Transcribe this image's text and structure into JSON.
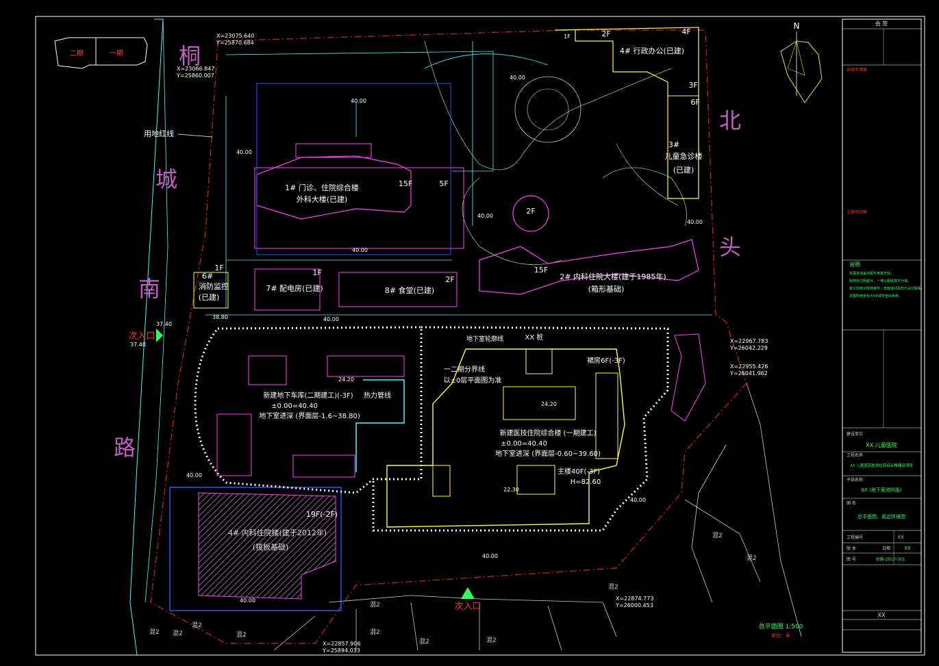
{
  "colors": {
    "background": "#000000",
    "frame": "#ffffff",
    "red_line": "#e02020",
    "new_building": "#ffff40",
    "existing_building": "#ff40ff",
    "road": "#40ffff",
    "underground": "#ffffff",
    "green_label": "#30ff60",
    "magenta_label": "#c060c0",
    "blue_outline": "#3050ff",
    "hatch": "#8a6a8a"
  },
  "street_names": {
    "west": [
      "桐",
      "城",
      "南",
      "路"
    ],
    "east": [
      "北",
      "头"
    ]
  },
  "phase_legend": {
    "phase2": "二期",
    "phase1": "一期"
  },
  "coordinates": [
    {
      "id": "c1",
      "x": "X=23075.640",
      "y": "Y=25870.684"
    },
    {
      "id": "c2",
      "x": "X=23066.847",
      "y": "Y=25860.007"
    },
    {
      "id": "c3",
      "x": "X=22967.783",
      "y": "Y=26042.229"
    },
    {
      "id": "c4",
      "x": "X=22955.426",
      "y": "Y=26041.962"
    },
    {
      "id": "c5",
      "x": "X=22874.773",
      "y": "Y=26000.453"
    },
    {
      "id": "c6",
      "x": "X=22857.906",
      "y": "Y=25894.033"
    }
  ],
  "buildings": {
    "b1": {
      "line1": "1# 门诊、住院综合楼",
      "line2": "外科大楼(已建)",
      "floors_a": "15F",
      "floors_b": "5F"
    },
    "b2": {
      "line1": "2# 内科住院大楼(建于1985年)",
      "line2": "(箱形基础)",
      "floors": "15F",
      "tower": "2F"
    },
    "b3": {
      "line1": "3#",
      "line2": "儿童急诊楼",
      "line3": "(已建)",
      "floors_a": "3F",
      "floors_b": "6F"
    },
    "b4": {
      "line1": "4# 内科住院楼(建于2012年)",
      "line2": "(筏板基础)",
      "floors": "19F(-2F)"
    },
    "b4_admin": {
      "label": "4# 行政办公(已建)",
      "floors_a": "2F",
      "floors_b": "4F",
      "floors_c": "1F"
    },
    "b6": {
      "line1": "6#",
      "line2": "消防监控",
      "line3": "(已建)",
      "floors": "1F"
    },
    "b7": {
      "label": "7# 配电房(已建)",
      "floors": "1F"
    },
    "b8": {
      "label": "8# 食堂(已建)",
      "floors": "2F"
    },
    "garage": {
      "line1": "新建地下车库(二期建工)(-3F)",
      "line2": "±0.00=40.40",
      "line3": "地下室进深 (界面层-1.6~38.80)"
    },
    "new_main": {
      "line1": "新建医技住院综合楼 (一期建工)",
      "line2": "±0.00=40.40",
      "line3": "地下室进深 (界面层-0.60~39.60)",
      "tower": "主楼40F(-3F)",
      "height": "H=82.60",
      "podium": "裙房6F(-3F)"
    }
  },
  "labels": {
    "red_line": "用地红线",
    "entrance_west": "次入口",
    "entrance_south": "次入口",
    "boundary_note_1": "一二期分界线",
    "boundary_note_2": "以±0层平面图为准",
    "heat_pipe": "热力管线",
    "basement_edge": "地下室轮廓线",
    "pile": "XX 桩",
    "scale_title": "总平面图 1:500",
    "scale_note": "单位：米"
  },
  "elevations": [
    "40.00",
    "40.00",
    "40.00",
    "40.00",
    "40.00",
    "40.00",
    "40.00",
    "37.40",
    "37.40",
    "38.80",
    "40.00",
    "24.20",
    "24.20",
    "22.30",
    "40.00",
    "40.00",
    "40.00"
  ],
  "neighbor_label": "混2",
  "title_block": {
    "header": "会 签",
    "stamp_note": "出图专用章",
    "reg_stamp": "注册师印章",
    "notes_title": "说明",
    "notes": [
      "本图未加盖出图专用章无效。",
      "除特别注明者外，一律以图纸数字为准。",
      "施工前核对现场条件，如有疑问及时与设计联系。",
      "本图所用坐标为XX城市坐标系统。"
    ],
    "client_label": "建设单位",
    "client": "XX 儿童医院",
    "project_label": "工程名称",
    "project": "XX 儿童医院医技住院综合楼建设项目",
    "subproject_label": "子项名称",
    "subproject": "XX (地下室进阶版)",
    "drawing_label": "图 名",
    "drawing": "总平面图、周边环境图",
    "proj_no_label": "工程编号",
    "proj_no": "XX",
    "ver_label": "版 本",
    "sheet_label": "图 号",
    "sheet_no": "总施-2017-001",
    "date_label": "日期",
    "date": "XX",
    "bottom": "XX"
  },
  "north": "N"
}
